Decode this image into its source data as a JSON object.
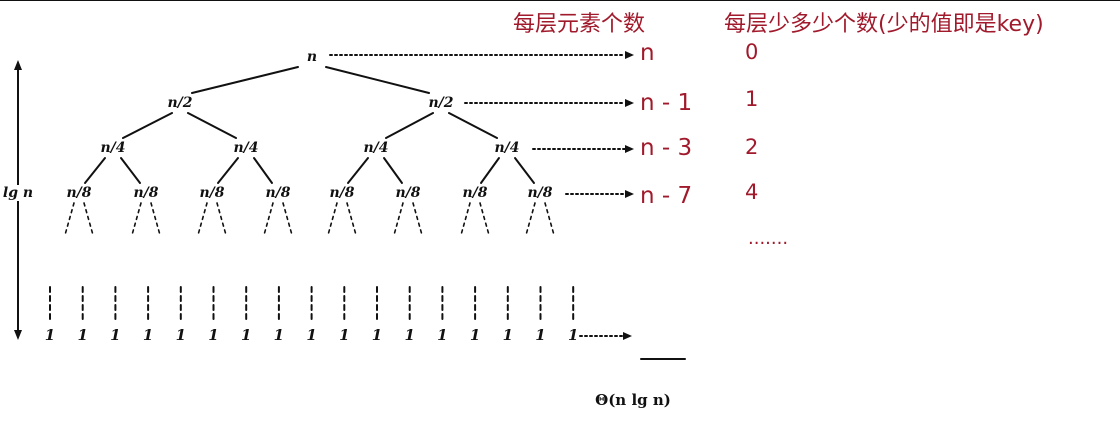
{
  "annotations": {
    "col1_header": "每层元素个数",
    "col2_header": "每层少多少个数(少的值即是key)",
    "rows": [
      {
        "count": "n",
        "missing": "0"
      },
      {
        "count": "n - 1",
        "missing": "1"
      },
      {
        "count": "n - 3",
        "missing": "2"
      },
      {
        "count": "n - 7",
        "missing": "4"
      },
      {
        "count": "",
        "missing": "......."
      }
    ]
  },
  "tree": {
    "level0": [
      "n"
    ],
    "level1": [
      "n/2",
      "n/2"
    ],
    "level2": [
      "n/4",
      "n/4",
      "n/4",
      "n/4"
    ],
    "level3": [
      "n/8",
      "n/8",
      "n/8",
      "n/8",
      "n/8",
      "n/8",
      "n/8",
      "n/8"
    ],
    "leaf_label": "1",
    "height_label": "lg n",
    "total_label": "Θ(n lg n)"
  },
  "colors": {
    "annotation": "#a01a2c",
    "diagram": "#111111"
  }
}
